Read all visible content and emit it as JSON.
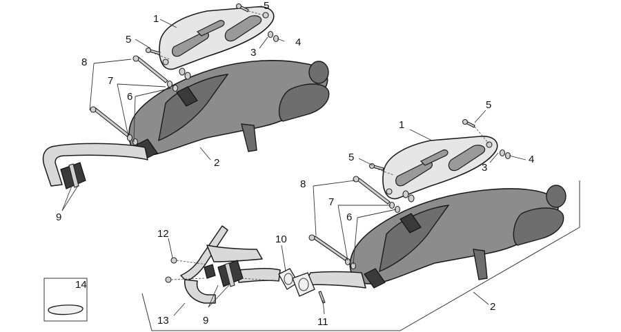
{
  "callouts": {
    "a1": "1",
    "a2": "2",
    "a3": "3",
    "a4": "4",
    "a5_top": "5",
    "a5_left": "5",
    "a6": "6",
    "a7": "7",
    "a8": "8",
    "a9": "9",
    "b1": "1",
    "b2": "2",
    "b3": "3",
    "b4": "4",
    "b5_top": "5",
    "b5_left": "5",
    "b6": "6",
    "b7": "7",
    "b8": "8",
    "b9": "9",
    "b10": "10",
    "b11": "11",
    "b12": "12",
    "b13": "13",
    "b14": "14"
  }
}
